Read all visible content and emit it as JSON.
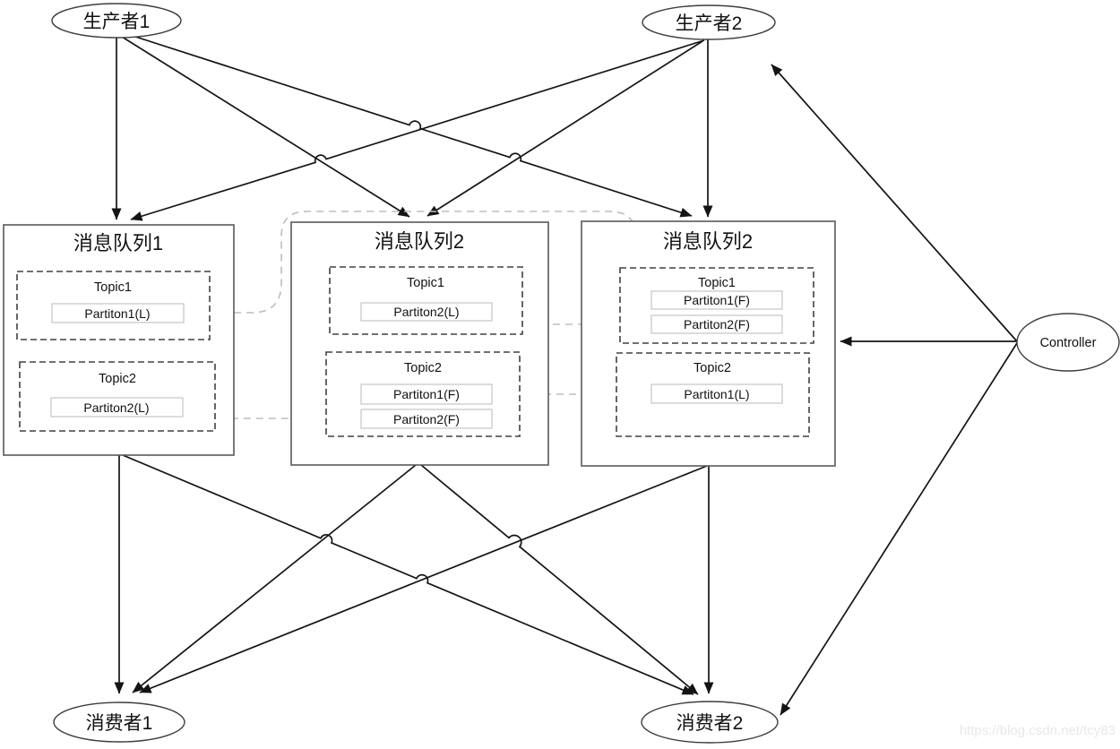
{
  "diagram": {
    "producers": [
      {
        "label": "生产者1"
      },
      {
        "label": "生产者2"
      }
    ],
    "consumers": [
      {
        "label": "消费者1"
      },
      {
        "label": "消费者2"
      }
    ],
    "controller": {
      "label": "Controller"
    },
    "queues": [
      {
        "title": "消息队列1",
        "topics": [
          {
            "label": "Topic1",
            "partitions": [
              {
                "label": "Partiton1(L)"
              }
            ]
          },
          {
            "label": "Topic2",
            "partitions": [
              {
                "label": "Partiton2(L)"
              }
            ]
          }
        ]
      },
      {
        "title": "消息队列2",
        "topics": [
          {
            "label": "Topic1",
            "partitions": [
              {
                "label": "Partiton2(L)"
              }
            ]
          },
          {
            "label": "Topic2",
            "partitions": [
              {
                "label": "Partiton1(F)"
              },
              {
                "label": "Partiton2(F)"
              }
            ]
          }
        ]
      },
      {
        "title": "消息队列2",
        "topics": [
          {
            "label": "Topic1",
            "partitions": [
              {
                "label": "Partiton1(F)"
              },
              {
                "label": "Partiton2(F)"
              }
            ]
          },
          {
            "label": "Topic2",
            "partitions": [
              {
                "label": "Partiton1(L)"
              }
            ]
          }
        ]
      }
    ],
    "watermark": "https://blog.csdn.net/tcy83",
    "colors": {
      "connector": "#141414",
      "replica_link": "#bdbdbd",
      "queue_border": "#595959",
      "topic_border": "#404040",
      "partition_border": "#c9c9c9",
      "watermark": "#e8e8ec"
    }
  }
}
